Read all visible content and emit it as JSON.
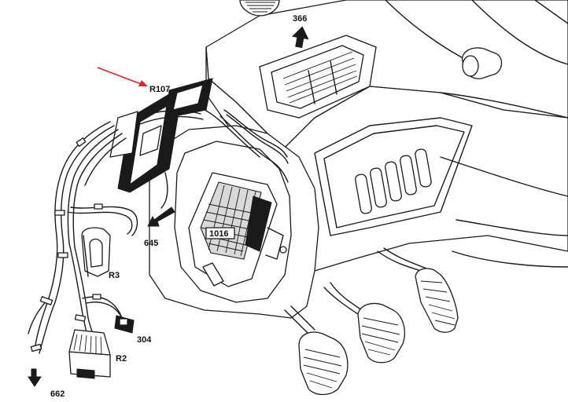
{
  "labels": {
    "r107": "R107",
    "num_366": "366",
    "num_645": "645",
    "num_1016": "1016",
    "r3": "R3",
    "num_304": "304",
    "r2": "R2",
    "num_662": "662"
  },
  "colors": {
    "callout_arrow": "#e0262a",
    "line": "#1a1a1a",
    "background": "#ffffff"
  }
}
